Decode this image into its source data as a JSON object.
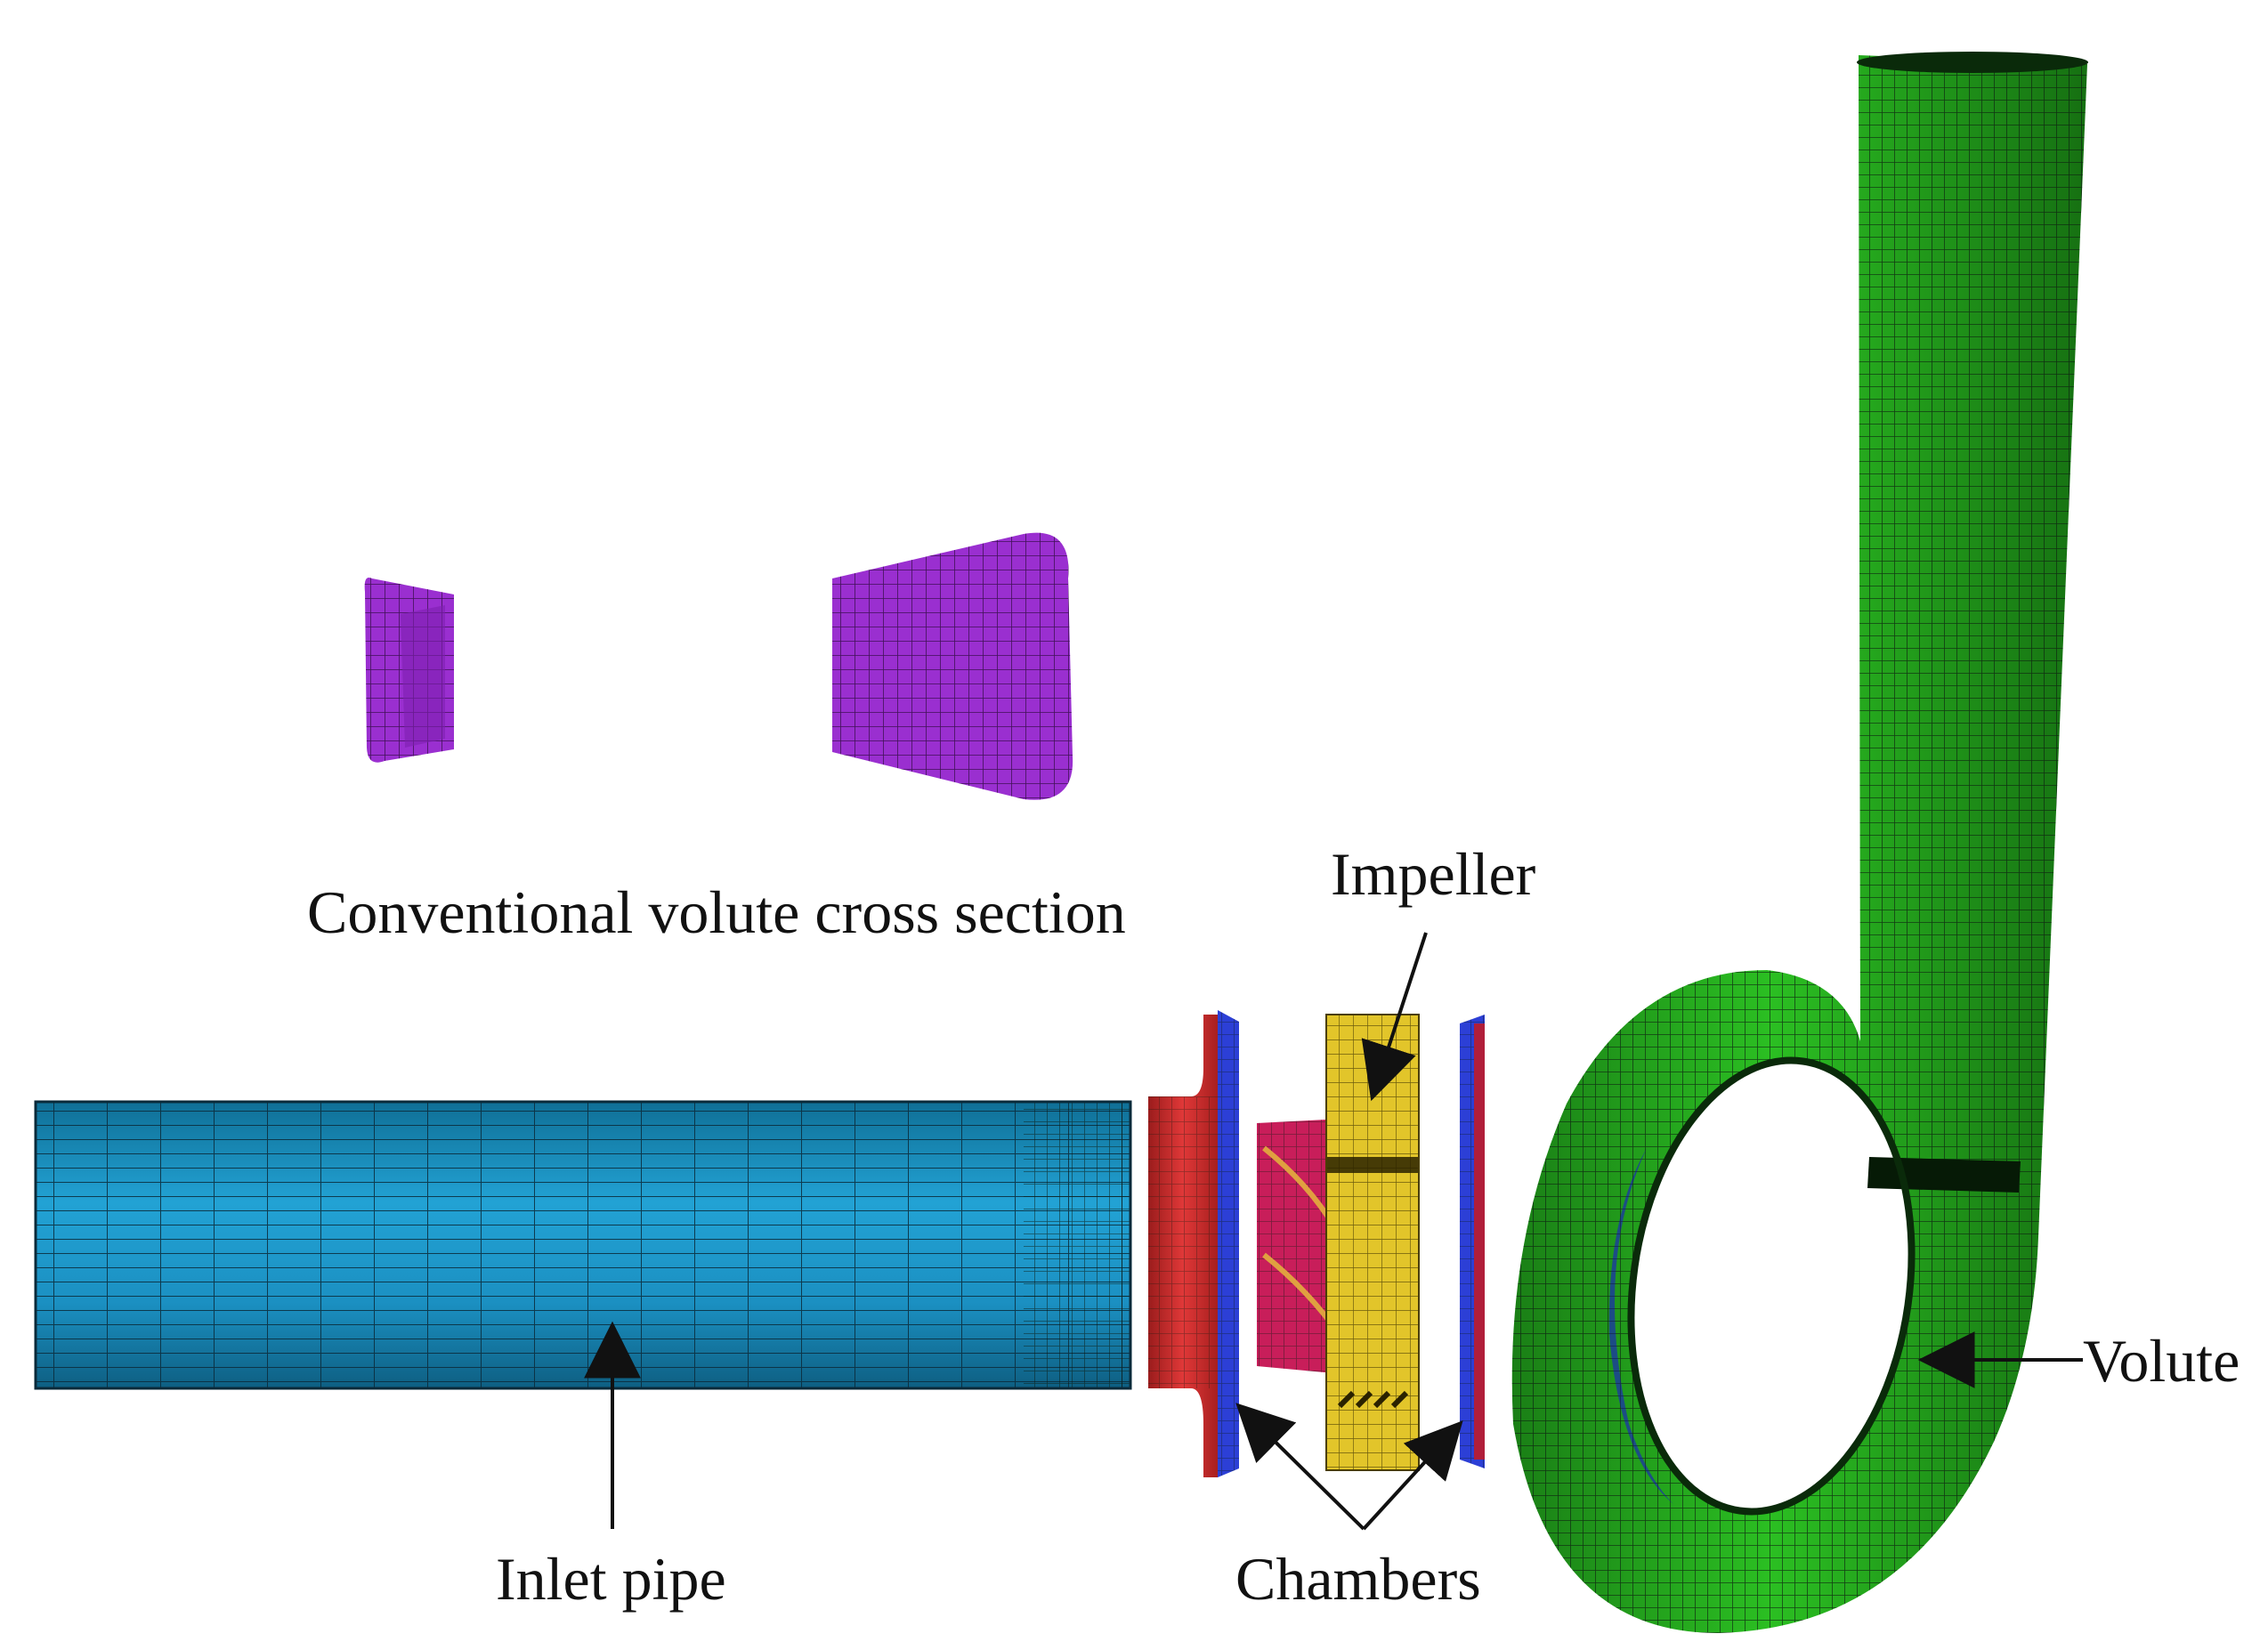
{
  "labels": {
    "cross_section": "Conventional volute cross section",
    "impeller": "Impeller",
    "inlet_pipe": "Inlet pipe",
    "chambers": "Chambers",
    "volute": "Volute"
  },
  "colors": {
    "cross_section": "#9a2fd0",
    "inlet_pipe": "#1d96c8",
    "chamber_red": "#d22d2d",
    "chamber_blue": "#2c3fd6",
    "impeller": "#e2c52a",
    "impeller_blades": "#c81e5a",
    "volute": "#1f9a1a",
    "mesh_line": "#0c1a10",
    "arrow": "#111111"
  }
}
